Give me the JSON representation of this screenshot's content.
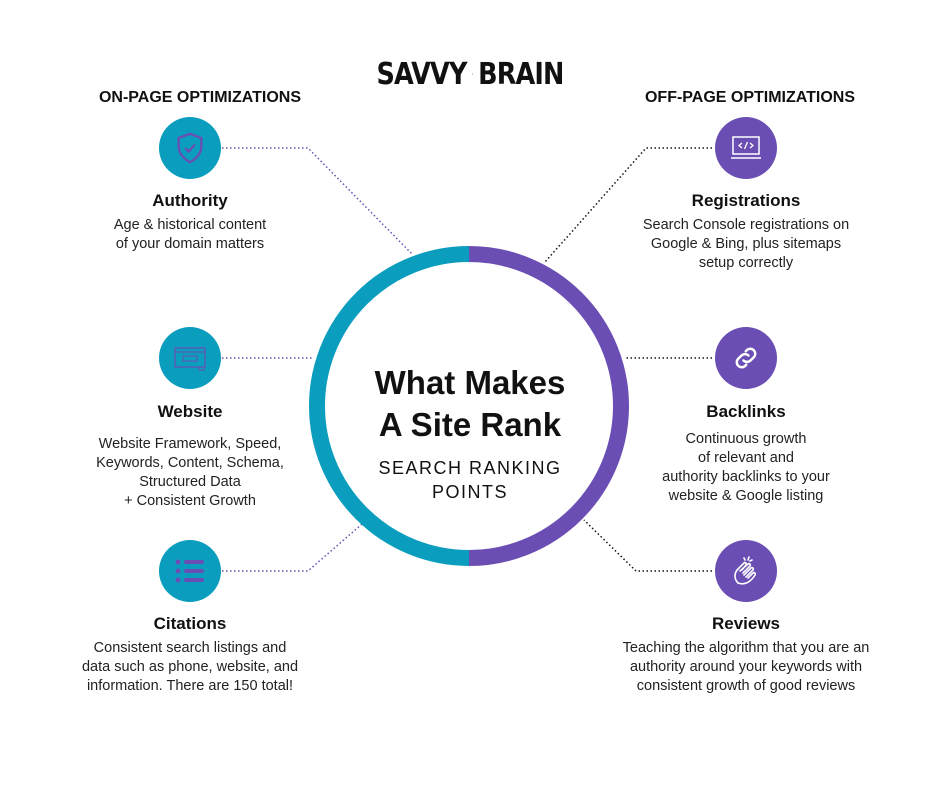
{
  "logo": {
    "left": "SAVVY",
    "right": "BRAIN"
  },
  "sections": {
    "left": "ON-PAGE OPTIMIZATIONS",
    "right": "OFF-PAGE OPTIMIZATIONS"
  },
  "center": {
    "title": "What Makes\n A Site Rank",
    "subtitle": "SEARCH RANKING\nPOINTS"
  },
  "colors": {
    "teal": "#0b9dbe",
    "purple": "#6a4eb3"
  },
  "items": [
    {
      "icon": "shield-check-icon",
      "title": "Authority",
      "desc": "Age & historical content\nof your domain matters"
    },
    {
      "icon": "browser-window-icon",
      "title": "Website",
      "desc": "Website Framework, Speed,\nKeywords, Content, Schema,\nStructured Data\n+ Consistent Growth"
    },
    {
      "icon": "list-icon",
      "title": "Citations",
      "desc": "Consistent search listings and\ndata such as phone, website, and\ninformation. There are 150 total!"
    },
    {
      "icon": "code-monitor-icon",
      "title": "Registrations",
      "desc": "Search Console registrations on\nGoogle & Bing, plus sitemaps\nsetup correctly"
    },
    {
      "icon": "link-icon",
      "title": "Backlinks",
      "desc": "Continuous growth\nof relevant and\nauthority backlinks to your\nwebsite & Google listing"
    },
    {
      "icon": "clapping-hands-icon",
      "title": "Reviews",
      "desc": "Teaching the algorithm that you are an\nauthority around your keywords with\nconsistent growth of good reviews"
    }
  ]
}
